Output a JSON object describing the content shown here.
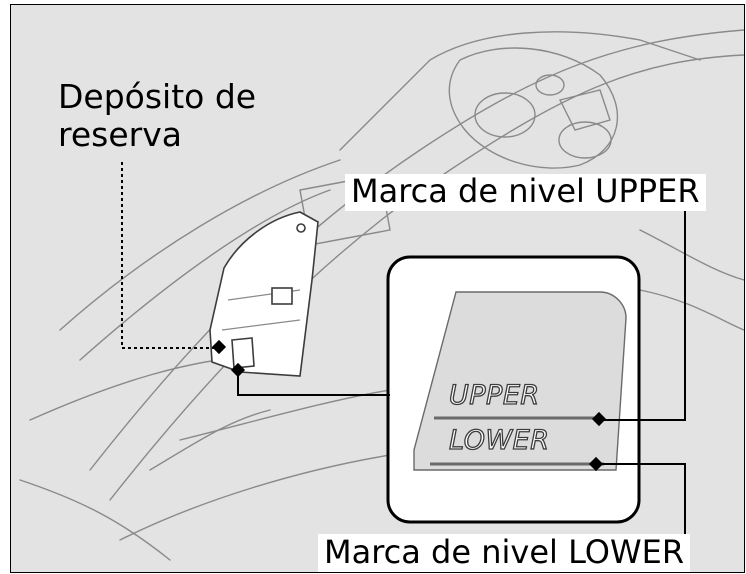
{
  "labels": {
    "reservoir_line1": "Depósito de",
    "reservoir_line2": "reserva",
    "upper_mark_note": "Marca de nivel UPPER",
    "lower_mark_note": "Marca de nivel LOWER"
  },
  "reservoir_markings": {
    "upper": "UPPER",
    "lower": "LOWER"
  },
  "colors": {
    "background": "#e3e3e3",
    "frame": "#000000",
    "callout_fill": "#ffffff",
    "drawing_lines": "#8a8a8a",
    "marking_lines": "#6a6a6a"
  }
}
